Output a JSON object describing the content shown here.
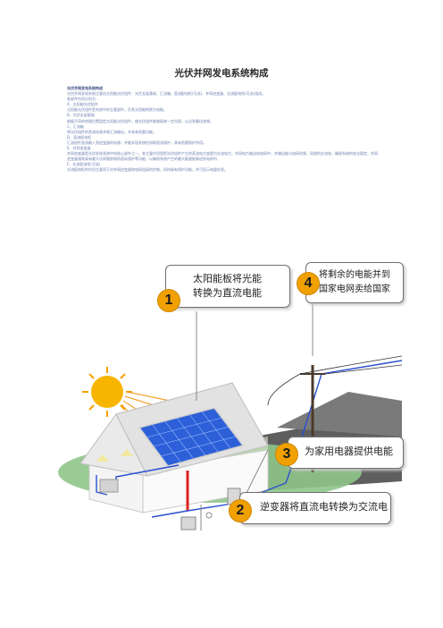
{
  "document": {
    "title": "光伏并网发电系统构成",
    "section_heading": "光伏并网发电系统构成",
    "paragraphs": [
      "光伏并网发电系统主要由太阳能光伏组件、光伏支架基础、汇流箱、直流配电柜(可选)、并网逆变器、交流配电柜(可选)组成。",
      "各部件作用分别为：",
      "A、太阳能光伏组件",
      "太阳能光伏组件是系统中的主要部件，负责太阳能转换为电能。",
      "B、光伏支架基础",
      "根据不同的地理位置固定太阳能光伏组件，使光伏组件能够接收一定光照，以达到最佳效果。",
      "C、汇流箱",
      "将光伏组件的直流电源并联汇流输出，并具有防雷功能。",
      "D、直流配电柜",
      "汇流组件直流输入到逆变器的电源，并能实现系统检测和直流保护，具有防雷保护作用。",
      "E、并网逆变器",
      "并网逆变器是光伏发电系统中的核心部件之一，其主要作用是把光伏组件产生的直流电力变换为交流电力，并网电力输送给电网中，并输出能与电网同频、同相的交流电，确保系统的安全稳定，并网逆变器通常具有最大功率跟踪和防孤岛保护等功能，以确保系统产生的最大能量能够送到电网中。",
      "F、交流配电柜(可选)",
      "交流配电柜的作用主要用于对并网逆变器和电网连接的控制，同时具有保护功能，并可显示电量信息。"
    ]
  },
  "diagram": {
    "callouts": [
      {
        "number": "1",
        "line1": "太阳能板将光能",
        "line2": "转换为直流电能"
      },
      {
        "number": "4",
        "line1": "将剩余的电能并到",
        "line2": "国家电网卖给国家"
      },
      {
        "number": "3",
        "line1": "为家用电器提供电能",
        "line2": ""
      },
      {
        "number": "2",
        "line1": "逆变器将直流电转换为交流电",
        "line2": ""
      }
    ],
    "colors": {
      "badge": "#f0a000",
      "wire_dc": "#e02020",
      "wire_ac": "#2a4fd0",
      "roof": "#ececec",
      "panel": "#2c5fd8",
      "sun": "#f7b500",
      "ground": "#8fc58a",
      "mountain": "#606060"
    }
  }
}
